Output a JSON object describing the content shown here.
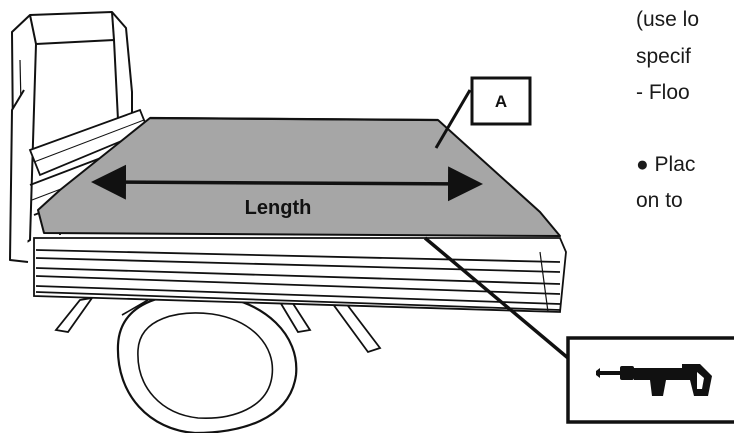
{
  "diagram": {
    "length_label": "Length",
    "callout_a_label": "A",
    "tool_icon": "reciprocating-saw-icon"
  },
  "side_text": {
    "line1": "(use lo",
    "line2": "specif",
    "line3": "- Floo",
    "line4": "● Plac",
    "line5": "on to"
  },
  "colors": {
    "bed_fill": "#a6a6a6",
    "line": "#111111",
    "background": "#ffffff"
  }
}
